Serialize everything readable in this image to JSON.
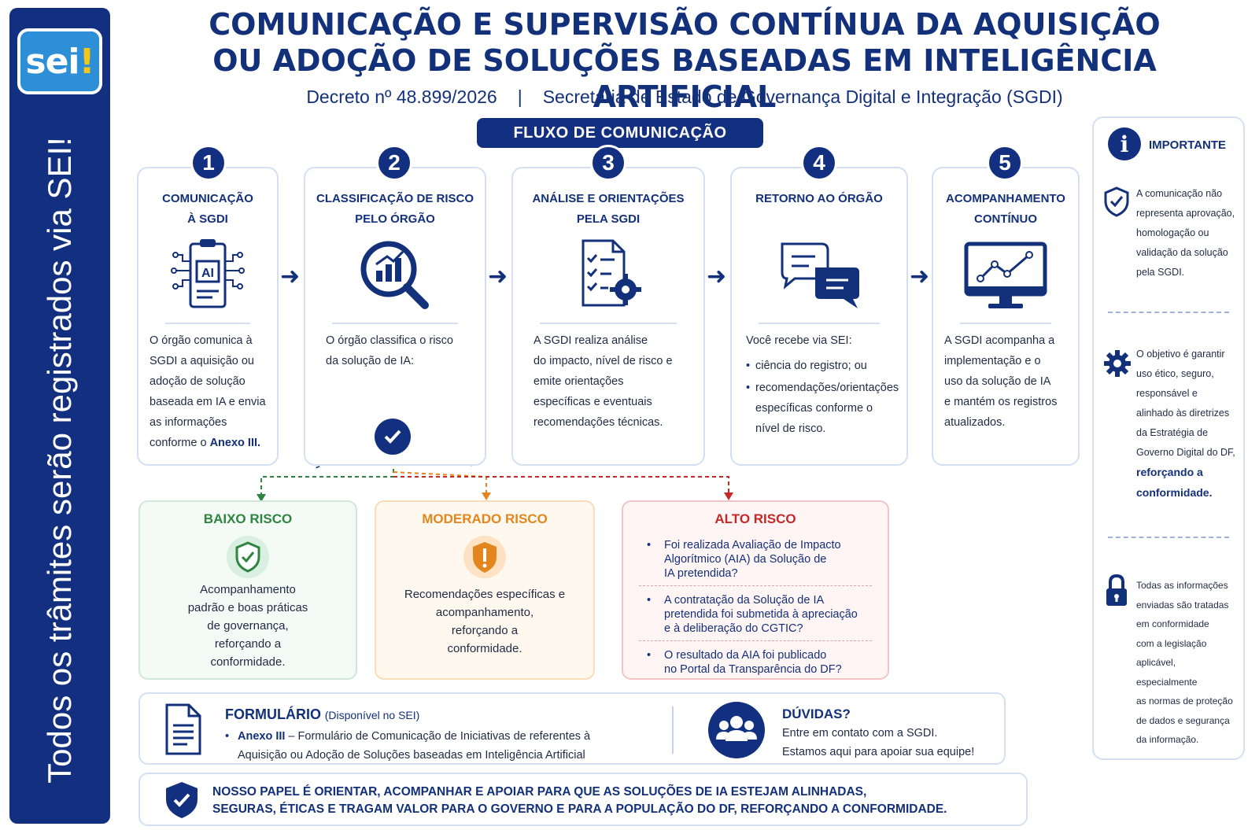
{
  "sidebar": {
    "logo_text": "sei",
    "logo_mark": "!",
    "vertical_text": "Todos os trâmites serão registrados via SEI!"
  },
  "header": {
    "title_line1": "COMUNICAÇÃO E SUPERVISÃO CONTÍNUA DA AQUISIÇÃO",
    "title_line2": "OU ADOÇÃO DE SOLUÇÕES BASEADAS EM INTELIGÊNCIA ARTIFICIAL",
    "decree": "Decreto nº 48.899/2026",
    "separator": "|",
    "secretariat": "Secretaria de Estado de Governança Digital e Integração (SGDI)"
  },
  "flow_label": "FLUXO DE COMUNICAÇÃO",
  "steps": [
    {
      "number": "1",
      "title1": "COMUNICAÇÃO",
      "title2": "À SGDI",
      "icon": "ai-clipboard-icon",
      "icon_text": "AI",
      "body_lines": [
        "O órgão comunica à",
        "SGDI a aquisição ou",
        "adoção de solução",
        "baseada em IA e envia",
        "as informações"
      ],
      "body_last_prefix": "conforme o ",
      "body_last_bold": "Anexo III."
    },
    {
      "number": "2",
      "title1": "CLASSIFICAÇÃO DE RISCO",
      "title2": "PELO ÓRGÃO",
      "icon": "magnifier-chart-icon",
      "body_lines": [
        "O órgão classifica o risco",
        "da solução de IA:"
      ]
    },
    {
      "number": "3",
      "title1": "ANÁLISE E ORIENTAÇÕES",
      "title2": "PELA SGDI",
      "icon": "checklist-gear-icon",
      "body_lines": [
        "A SGDI realiza análise",
        "do impacto, nível de risco e",
        "emite orientações",
        "específicas e eventuais",
        "recomendações técnicas."
      ]
    },
    {
      "number": "4",
      "title1": "RETORNO AO ÓRGÃO",
      "title2": "",
      "icon": "chat-bubbles-icon",
      "body_intro": "Você recebe via SEI:",
      "bullets": [
        [
          "ciência do registro; ou"
        ],
        [
          "recomendações/orientações",
          "específicas conforme o",
          "nível de risco."
        ]
      ]
    },
    {
      "number": "5",
      "title1": "ACOMPANHAMENTO",
      "title2": "CONTÍNUO",
      "icon": "monitor-chart-icon",
      "body_lines": [
        "A SGDI acompanha a",
        "implementação e o",
        "uso da solução de IA",
        "e mantém os registros",
        "atualizados."
      ]
    }
  ],
  "risks": {
    "low": {
      "title": "BAIXO RISCO",
      "icon": "shield-check-icon",
      "lines": [
        "Acompanhamento",
        "padrão e boas práticas",
        "de governança,",
        "reforçando a",
        "conformidade."
      ],
      "color": "#2e8540"
    },
    "moderate": {
      "title": "MODERADO RISCO",
      "icon": "shield-alert-icon",
      "lines": [
        "Recomendações específicas e",
        "acompanhamento,",
        "reforçando a",
        "conformidade."
      ],
      "color": "#e4861e"
    },
    "high": {
      "title": "ALTO RISCO",
      "color": "#c62828",
      "questions": [
        [
          "Foi realizada Avaliação de Impacto",
          "Algorítmico (AIA) da Solução de",
          "IA pretendida?"
        ],
        [
          "A contratação da Solução de IA",
          "pretendida foi submetida à apreciação",
          "e à deliberação do CGTIC?"
        ],
        [
          "O resultado da AIA foi publicado",
          "no Portal da Transparência do DF?"
        ]
      ]
    }
  },
  "info": {
    "header": "IMPORTANTE",
    "items": [
      {
        "icon": "shield-check-icon",
        "lines": [
          "A comunicação não",
          "representa aprovação,",
          "homologação ou",
          "validação da solução",
          "pela SGDI."
        ]
      },
      {
        "icon": "gear-icon",
        "lines": [
          "O objetivo é garantir",
          "uso ético, seguro,",
          "responsável e",
          "alinhado às diretrizes",
          "da Estratégia de",
          "Governo Digital do DF,"
        ],
        "bold_lines": [
          "reforçando a",
          "conformidade."
        ]
      },
      {
        "icon": "lock-icon",
        "lines": [
          "Todas as informações",
          "enviadas são tratadas",
          "em conformidade",
          "com a legislação",
          "aplicável, especialmente",
          "as normas de proteção",
          "de dados e segurança",
          "da informação."
        ]
      }
    ]
  },
  "form": {
    "title": "FORMULÁRIO",
    "availability": "(Disponível no SEI)",
    "annex": "Anexo III",
    "desc1": " – Formulário de Comunicação de Iniciativas de referentes à",
    "desc2": "Aquisição ou Adoção de Soluções baseadas em Inteligência Artificial"
  },
  "help": {
    "title": "DÚVIDAS?",
    "line1": "Entre em contato com a SGDI.",
    "line2": "Estamos aqui para apoiar sua equipe!"
  },
  "role": {
    "line1": "NOSSO PAPEL É ORIENTAR, ACOMPANHAR E APOIAR PARA QUE AS SOLUÇÕES DE IA ESTEJAM ALINHADAS,",
    "line2": "SEGURAS, ÉTICAS E TRAGAM VALOR PARA O GOVERNO E PARA A POPULAÇÃO DO DF, REFORÇANDO A CONFORMIDADE."
  },
  "colors": {
    "navy": "#132f80",
    "low": "#2e8540",
    "moderate": "#e4861e",
    "high": "#c62828"
  }
}
